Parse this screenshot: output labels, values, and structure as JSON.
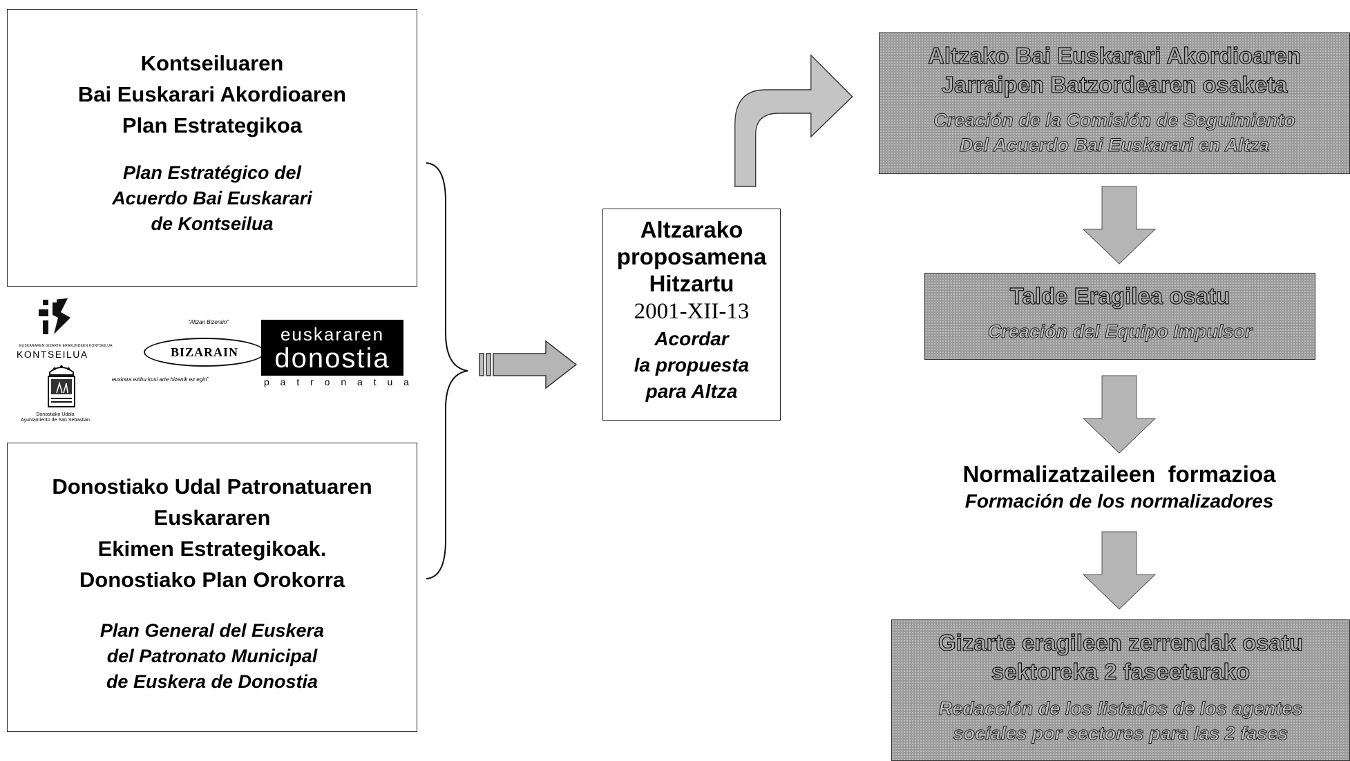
{
  "box_kontseilua": {
    "title_lines": [
      "Kontseiluaren",
      "Bai Euskarari Akordioaren",
      "Plan Estrategikoa"
    ],
    "subtitle_lines": [
      "Plan Estratégico del",
      "Acuerdo Bai Euskarari",
      "de Kontseilua"
    ]
  },
  "logos": {
    "kontseilua": "KONTSEILUA",
    "kontseilua_small": "EUSKARAREN GIZARTE ERAKUNDEEN KONTSEILUA",
    "donostia_udala_lines": [
      "Donostiako Udala",
      "Ayuntamiento de San Sebastián"
    ],
    "altzan_bizerain": "\"Altzan Bizerain\"",
    "bizarain": "BIZARAIN",
    "bizarain_tagline": "euskara ezibu kusi arte hizenik ez egin\"",
    "euskararen": "euskararen",
    "donostia": "donostia",
    "patronatua": "p a t r o n a t u a"
  },
  "box_donostia": {
    "title_lines": [
      "Donostiako Udal Patronatuaren",
      "Euskararen",
      "Ekimen Estrategikoak.",
      "Donostiako Plan Orokorra"
    ],
    "subtitle_lines": [
      "Plan General del Euskera",
      "del Patronato Municipal",
      "de Euskera de Donostia"
    ]
  },
  "box_proposal": {
    "title_lines": [
      "Altzarako",
      "proposamena",
      "Hitzartu"
    ],
    "date": "2001-XII-13",
    "subtitle_lines": [
      "Acordar",
      "la propuesta",
      "para Altza"
    ]
  },
  "step1": {
    "title_lines": [
      "Altzako Bai Euskarari Akordioaren",
      "Jarraipen Batzordearen osaketa"
    ],
    "subtitle_lines": [
      "Creación de la Comisión de Seguimiento",
      "Del Acuerdo Bai Euskarari en Altza"
    ]
  },
  "step2": {
    "title": "Talde Eragilea osatu",
    "subtitle": "Creación del Equipo Impulsor"
  },
  "step3": {
    "title": "Normalizatzaileen  formazioa",
    "subtitle": "Formación de los normalizadores"
  },
  "step4": {
    "title_lines": [
      "Gizarte eragileen zerrendak osatu",
      "sektoreka 2 faseetarako"
    ],
    "subtitle_lines": [
      "Redacción de los listados de los agentes",
      "sociales por sectores para las 2 fases"
    ]
  },
  "colors": {
    "box_fill_grey": "#9a9a9a",
    "arrow_grey": "#b5b5b5",
    "border": "#222222"
  },
  "icons": [
    "right-brace-icon",
    "right-arrow-icon",
    "curved-up-arrow-icon",
    "down-arrow-icon",
    "kontseilua-logo-icon",
    "donostia-crest-icon"
  ]
}
